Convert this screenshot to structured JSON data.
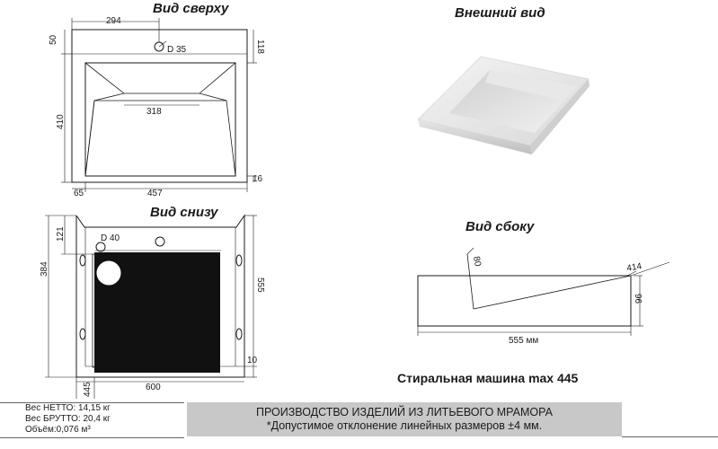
{
  "views": {
    "top": "Вид сверху",
    "external": "Внешний вид",
    "bottom": "Вид снизу",
    "side": "Вид сбоку"
  },
  "top_view": {
    "dim_294": "294",
    "dim_50": "50",
    "dim_118": "118",
    "drain": "D 35",
    "dim_410": "410",
    "dim_318": "318",
    "dim_16": "16",
    "dim_65": "65",
    "dim_457": "457"
  },
  "bottom_view": {
    "drain": "D 40",
    "dim_121": "121",
    "dim_384": "384",
    "dim_555": "555",
    "dim_10": "10",
    "dim_445": "445",
    "dim_600": "600"
  },
  "side_view": {
    "dim_80": "80",
    "dim_414": "414",
    "dim_96": "96",
    "dim_555": "555 мм"
  },
  "washing_machine": "Стиральная машина max 445",
  "specs": {
    "net": "Вес НЕТТО: 14,15 кг",
    "gross": "Вес БРУТТО: 20,4 кг",
    "volume": "Объём:0,076 м³"
  },
  "banner": {
    "line1": "ПРОИЗВОДСТВО ИЗДЕЛИЙ ИЗ ЛИТЬЕВОГО МРАМОРА",
    "line2": "*Допустимое отклонение линейных размеров ±4 мм."
  },
  "colors": {
    "line": "#1a1a1a",
    "banner": "#c8c8c8",
    "machine": "#111111"
  }
}
